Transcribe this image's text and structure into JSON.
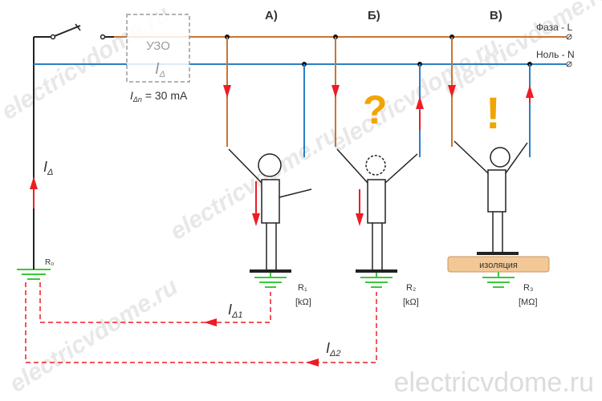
{
  "title_labels": {
    "case_a": "А)",
    "case_b": "Б)",
    "case_c": "В)"
  },
  "lines": {
    "phase": "Фаза - L",
    "neutral": "Ноль - N"
  },
  "rcd": {
    "name": "УЗО",
    "current_symbol": "I",
    "current_sub": "Δ",
    "rating_symbol": "I",
    "rating_sub": "Δn",
    "rating_value": " = 30 mA"
  },
  "main_current": {
    "symbol": "I",
    "sub": "Δ"
  },
  "leak1": {
    "symbol": "I",
    "sub": "Δ1"
  },
  "leak2": {
    "symbol": "I",
    "sub": "Δ2"
  },
  "grounds": {
    "r0": "R₀",
    "r1": "R₁",
    "r1_unit": "[kΩ]",
    "r2": "R₂",
    "r2_unit": "[kΩ]",
    "r3": "R₃",
    "r3_unit": "[MΩ]"
  },
  "insulation": "изоляция",
  "marks": {
    "question": "?",
    "exclamation": "!"
  },
  "watermark": "electricvdome.ru",
  "colors": {
    "phase": "#c87533",
    "neutral": "#2b7fc4",
    "arrow": "#ee1c24",
    "ground": "#3cc83c",
    "wire": "#222222",
    "question": "#f0a500",
    "insulation": "#f3c896"
  }
}
